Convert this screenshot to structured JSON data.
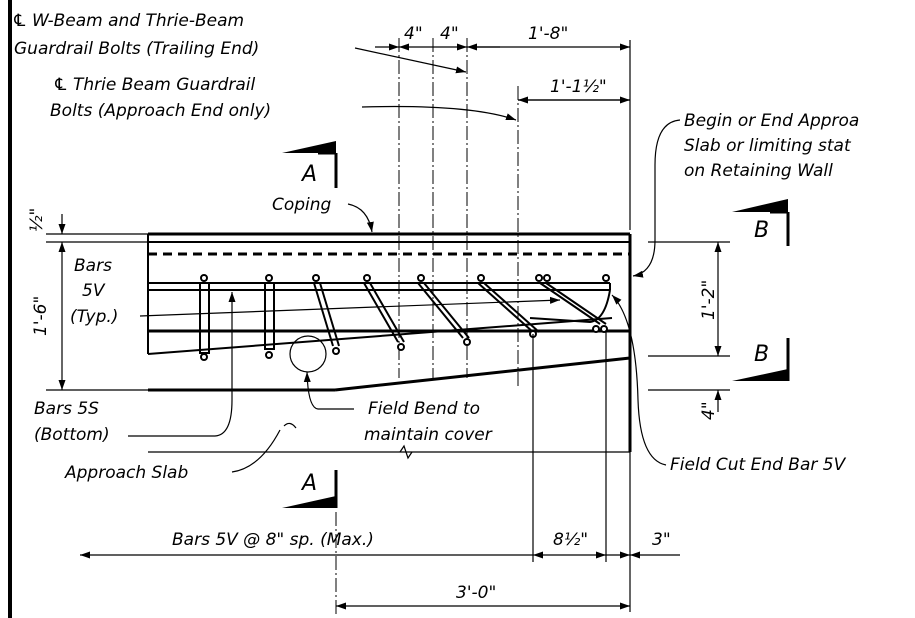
{
  "labels": {
    "cl_wbeam_1": "W-Beam and Thrie-Beam",
    "cl_wbeam_2": "Guardrail Bolts (Trailing End)",
    "cl_thrie_1": "Thrie Beam Guardrail",
    "cl_thrie_2": "Bolts (Approach End only)",
    "begin_1": "Begin or End Approa",
    "begin_2": "Slab or limiting stat",
    "begin_3": "on Retaining Wall",
    "coping": "Coping",
    "bars5v_1": "Bars",
    "bars5v_2": "5V",
    "bars5v_3": "(Typ.)",
    "bars5s_1": "Bars 5S",
    "bars5s_2": "(Bottom)",
    "approach_slab": "Approach Slab",
    "field_bend_1": "Field Bend to",
    "field_bend_2": "maintain cover",
    "field_cut": "Field Cut End Bar 5V",
    "bars_spacing": "Bars 5V @ 8\" sp. (Max.)"
  },
  "dimensions": {
    "d4a": "4\"",
    "d4b": "4\"",
    "d1_8": "1'-8\"",
    "d1_1_half": "1'-1½\"",
    "d_half": "½\"",
    "d1_6": "1'-6\"",
    "d1_2": "1'-2\"",
    "d4_vert": "4\"",
    "d8_half": "8½\"",
    "d3": "3\"",
    "d3_0": "3'-0\""
  },
  "sections": {
    "a_top": "A",
    "a_bottom": "A",
    "b_top": "B",
    "b_bottom": "B"
  }
}
